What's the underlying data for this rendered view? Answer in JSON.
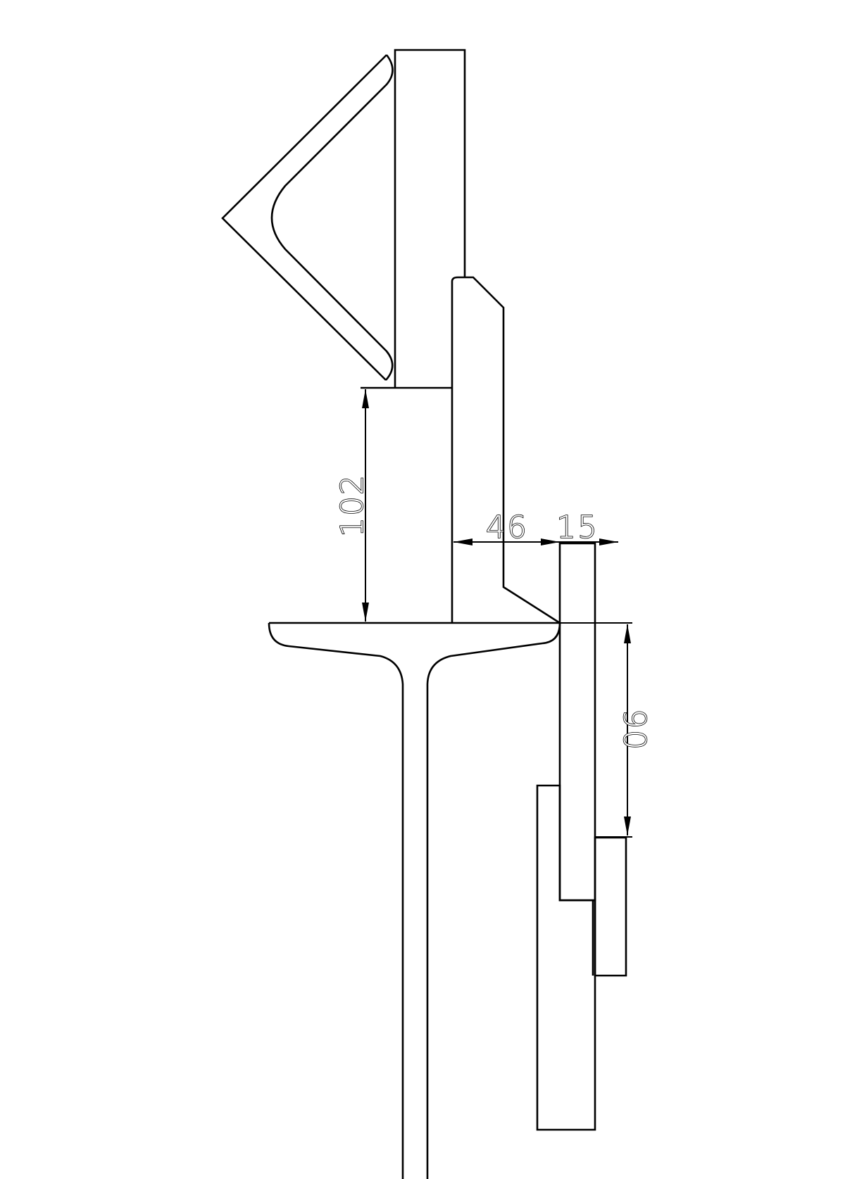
{
  "drawing": {
    "line_color": "#000000",
    "background_color": "#ffffff"
  },
  "dimensions": {
    "height_102": "102",
    "width_46": "46",
    "width_15": "15",
    "height_90": "90"
  }
}
